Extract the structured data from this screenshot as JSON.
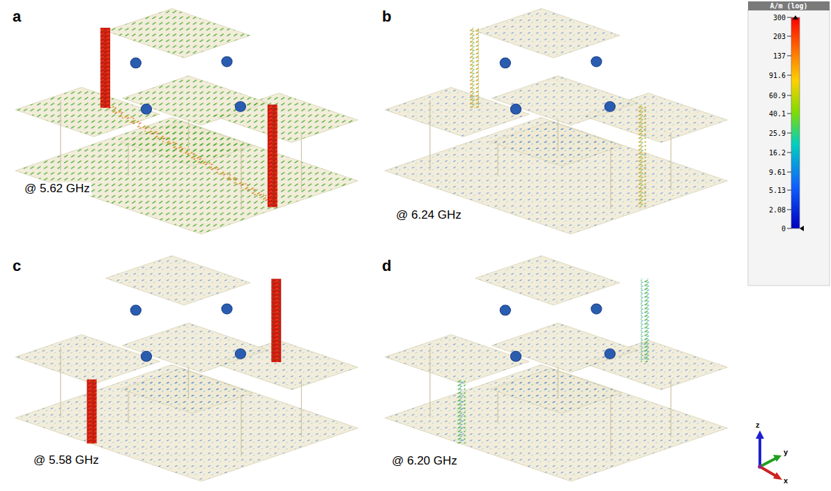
{
  "diagram": {
    "labels": [
      "a",
      "b",
      "c",
      "d",
      "@ 5.62 GHz",
      "@ 6.24 GHz",
      "@ 5.58 GHz",
      "@ 6.20 GHz",
      "A/m (log)",
      "300",
      "203",
      "137",
      "91.6",
      "60.9",
      "40.1",
      "25.9",
      "16.2",
      "9.61",
      "5.13",
      "2.08",
      "0",
      "z",
      "y",
      "x"
    ]
  }
}
